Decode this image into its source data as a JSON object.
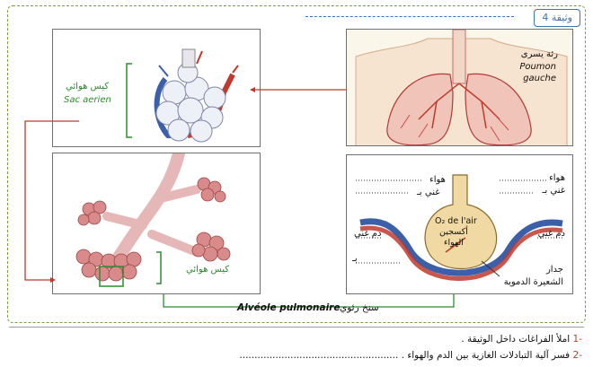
{
  "document": {
    "tag": "وثيقة 4",
    "panels": {
      "air_sac": {
        "label_ar": "كيس هوائي",
        "label_fr": "Sac aerien"
      },
      "lung": {
        "label_ar": "رئة يسرى",
        "label_fr_line1": "Poumon",
        "label_fr_line2": "gauche"
      },
      "bronchiole": {
        "label_ar": "كيس هوائي"
      },
      "alveolus": {
        "air_top_left": "هواء",
        "rich_top_left": "غني بـ",
        "air_top_right": "هواء",
        "rich_top_right": "غني بـ",
        "o2_label": "O₂ de l'air",
        "oxygen_ar": "أكسجين",
        "air_ar": "الهواء",
        "blood_left": "دم غني",
        "blood_right": "دم غني",
        "wall_line1": "جدار",
        "wall_line2": "الشعيرة الدموية",
        "dots_left": "بـ"
      }
    },
    "caption": {
      "fr": "Alvéole pulmonaire",
      "ar": "سنخ رئوي"
    },
    "questions": [
      {
        "num": "-1",
        "text": "املأ الفراغات داخل الوثيقة ."
      },
      {
        "num": "-2",
        "text": "فسر آلية التبادلات الغازية بين الدم والهواء . ....................................................."
      }
    ]
  }
}
